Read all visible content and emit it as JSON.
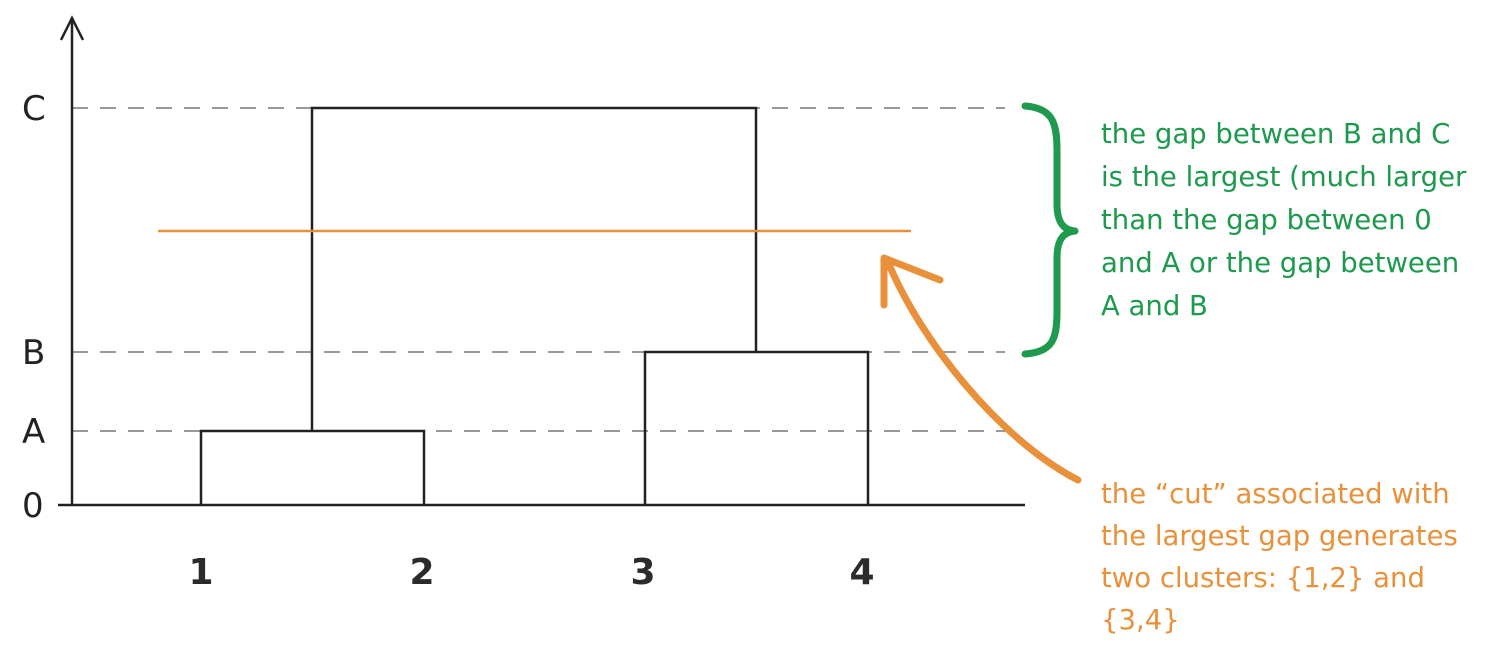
{
  "diagram": {
    "levels": [
      {
        "label": "0",
        "value": 0
      },
      {
        "label": "A",
        "value": 1
      },
      {
        "label": "B",
        "value": 2
      },
      {
        "label": "C",
        "value": 5
      }
    ],
    "leaves": [
      "1",
      "2",
      "3",
      "4"
    ],
    "merges": [
      {
        "left": "1",
        "right": "2",
        "level": "A"
      },
      {
        "left": "3",
        "right": "4",
        "level": "B"
      },
      {
        "left": "{1,2}",
        "right": "{3,4}",
        "level": "C"
      }
    ],
    "cut_level": 3.4,
    "colors": {
      "tree": "#222222",
      "dashed": "#999999",
      "green": "#1d9a4e",
      "orange": "#e8913a"
    }
  },
  "annotations": {
    "gap_note": [
      "the gap between B and C",
      "is the largest (much larger",
      "than the gap between 0",
      "and A or the gap between",
      "A and B"
    ],
    "cut_note": [
      "the “cut” associated with",
      "the largest gap generates",
      "two clusters: {1,2} and",
      "{3,4}"
    ]
  }
}
